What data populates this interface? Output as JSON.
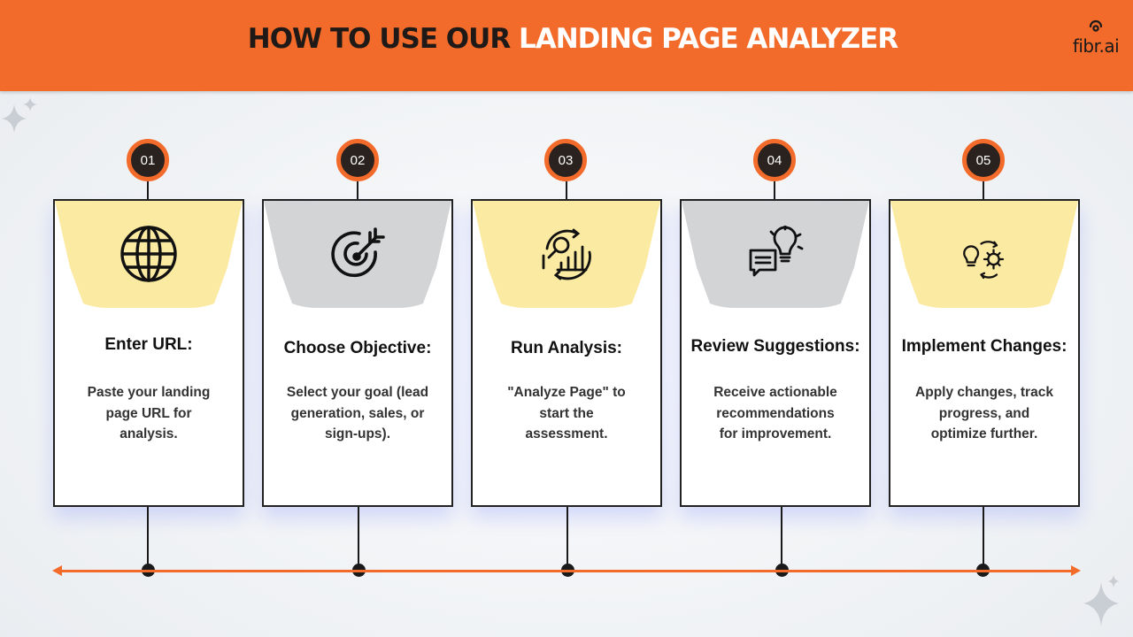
{
  "header": {
    "title_dark": "HOW TO USE OUR ",
    "title_light": "LANDING PAGE ANALYZER",
    "logo": "fibr.ai"
  },
  "colors": {
    "accent": "#f26b2a",
    "dark": "#2a221e",
    "card_yellow": "#fbeaa2",
    "card_gray": "#d3d4d6"
  },
  "steps": [
    {
      "number": "01",
      "title": "Enter URL:",
      "description": "Paste your landing\npage URL for\nanalysis.",
      "icon": "globe-icon",
      "theme": "yellow"
    },
    {
      "number": "02",
      "title": "Choose Objective:",
      "description": "Select your goal (lead\ngeneration, sales, or\nsign-ups).",
      "icon": "target-icon",
      "theme": "gray"
    },
    {
      "number": "03",
      "title": "Run Analysis:",
      "description": "\"Analyze Page\" to\nstart the\nassessment.",
      "icon": "analysis-chart-icon",
      "theme": "yellow"
    },
    {
      "number": "04",
      "title": "Review Suggestions:",
      "description": "Receive actionable\nrecommendations\nfor improvement.",
      "icon": "lightbulb-chat-icon",
      "theme": "gray"
    },
    {
      "number": "05",
      "title": "Implement Changes:",
      "description": "Apply changes, track\nprogress, and\noptimize further.",
      "icon": "gear-bulb-cycle-icon",
      "theme": "yellow"
    }
  ]
}
